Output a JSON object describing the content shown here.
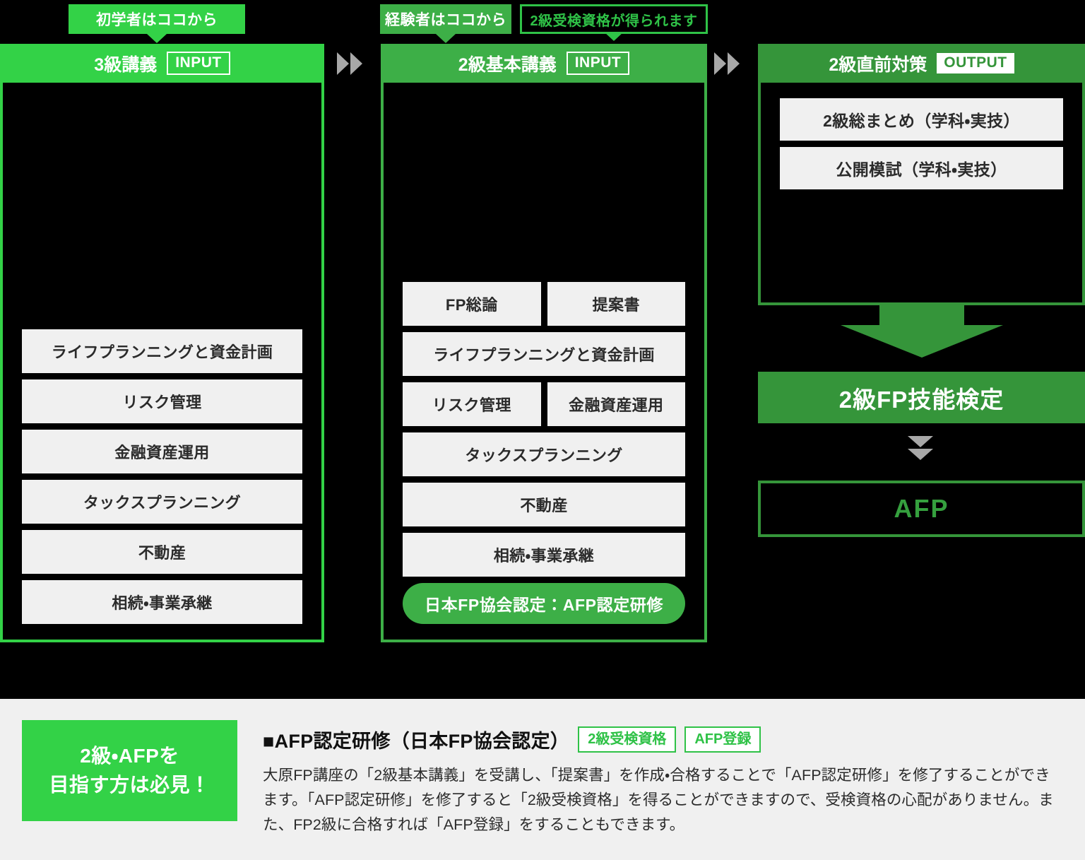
{
  "callouts": {
    "beginner": "初学者はココから",
    "experienced": "経験者はココから",
    "eligibility": "2級受検資格が得られます"
  },
  "columns": [
    {
      "title": "3級講義",
      "tag": "INPUT",
      "rows": [
        [
          "ライフプランニングと資金計画"
        ],
        [
          "リスク管理"
        ],
        [
          "金融資産運用"
        ],
        [
          "タックスプランニング"
        ],
        [
          "不動産"
        ],
        [
          "相続・事業承継"
        ]
      ]
    },
    {
      "title": "2級基本講義",
      "tag": "INPUT",
      "rows": [
        [
          "FP総論",
          "提案書"
        ],
        [
          "ライフプランニングと資金計画"
        ],
        [
          "リスク管理",
          "金融資産運用"
        ],
        [
          "タックスプランニング"
        ],
        [
          "不動産"
        ],
        [
          "相続・事業承継"
        ]
      ],
      "pill": "日本FP協会認定：AFP認定研修"
    },
    {
      "title": "2級直前対策",
      "tag": "OUTPUT",
      "rows": [
        [
          "2級総まとめ（学科・実技）"
        ],
        [
          "公開模試（学科・実技）"
        ]
      ]
    }
  ],
  "flow": {
    "exam": "2級FP技能検定",
    "afp": "AFP"
  },
  "footer": {
    "badge_line1": "2級・AFPを",
    "badge_line2": "目指す方は必見！",
    "heading": "■AFP認定研修（日本FP協会認定）",
    "tags": [
      "2級受検資格",
      "AFP登録"
    ],
    "body": "大原FP講座の「2級基本講義」を受講し、「提案書」を作成・合格することで「AFP認定研修」を修了することができます。「AFP認定研修」を修了すると「2級受検資格」を得ることができますので、受検資格の心配がありません。また、FP2級に合格すれば「AFP登録」をすることもできます。"
  },
  "colors": {
    "green_bright": "#33D247",
    "green_mid": "#3DAF47",
    "green_dark": "#35953A",
    "gray_chevron": "#A8A8A8",
    "item_bg": "#F0F0F0",
    "footer_bg": "#F0F0F0"
  }
}
